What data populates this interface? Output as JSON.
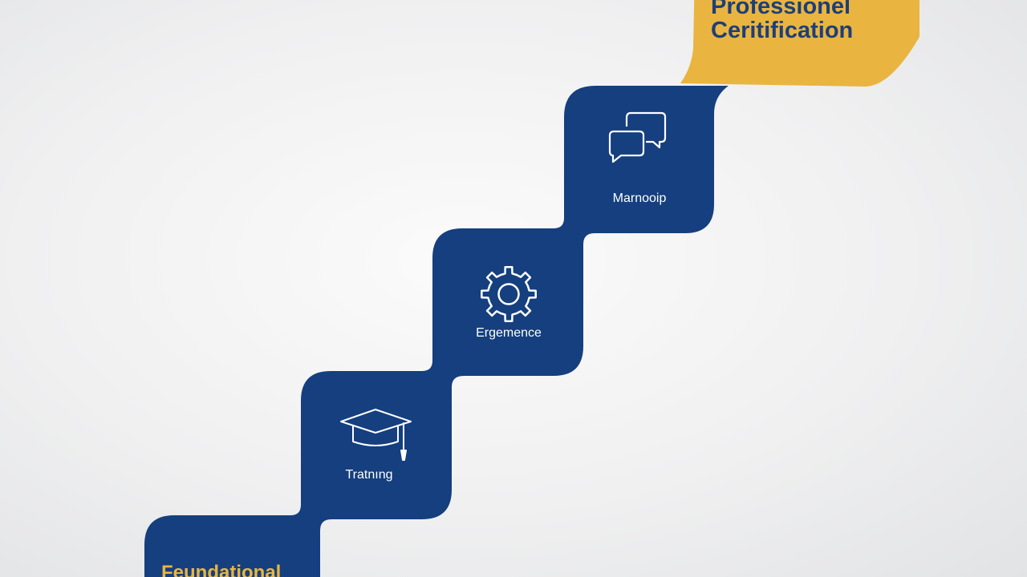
{
  "colors": {
    "step_blue": "#153f7e",
    "accent_gold": "#e9b540",
    "heading_blue": "#1e3f78",
    "icon_white": "#ffffff"
  },
  "steps": [
    {
      "label": "Feundational",
      "icon": "none"
    },
    {
      "label": "Tratnıng",
      "icon": "graduation-cap-icon"
    },
    {
      "label": "Ergemence",
      "icon": "gear-icon"
    },
    {
      "label": "Marnooip",
      "icon": "chat-bubbles-icon"
    },
    {
      "label_lines": [
        "Professionel",
        "Ceritification"
      ],
      "icon": "none"
    }
  ]
}
